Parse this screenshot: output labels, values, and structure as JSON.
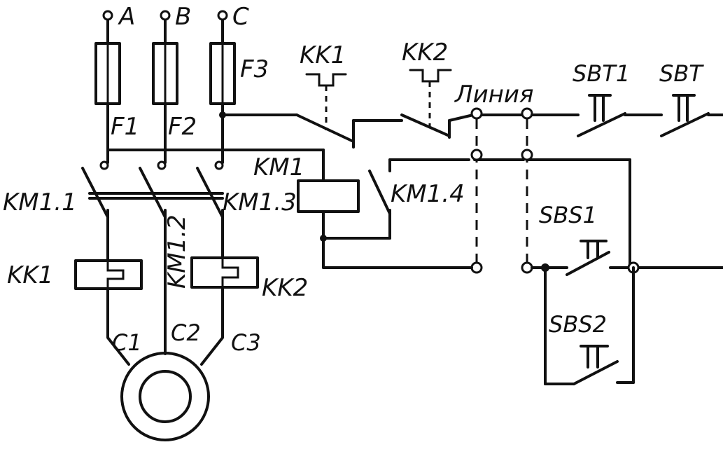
{
  "phases": {
    "a": "A",
    "b": "B",
    "c": "C"
  },
  "fuses": {
    "f1": "F1",
    "f2": "F2",
    "f3": "F3"
  },
  "contactor": {
    "coil": "KM1",
    "main_1": "KM1.1",
    "main_2": "KM1.2",
    "main_3": "KM1.3",
    "aux": "KM1.4"
  },
  "thermal_relays": {
    "kk1": "KK1",
    "kk2": "KK2"
  },
  "nc_contacts": {
    "kk1": "KK1",
    "kk2": "KK2"
  },
  "line_label": "Линия",
  "buttons": {
    "sbt1": "SBT1",
    "sbt2": "SBT",
    "sbs1": "SBS1",
    "sbs2": "SBS2"
  },
  "motor_terminals": {
    "c1": "C1",
    "c2": "C2",
    "c3": "C3"
  }
}
